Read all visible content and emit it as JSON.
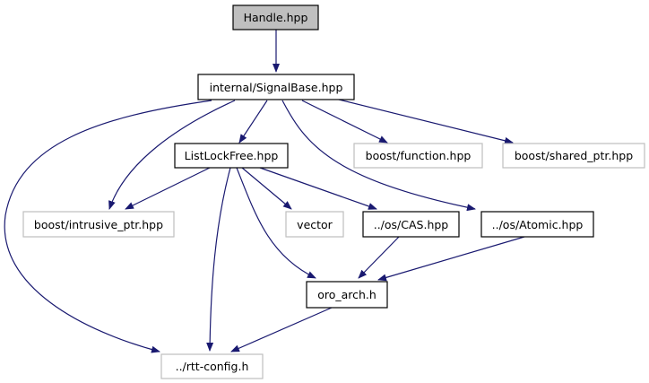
{
  "nodes": [
    {
      "id": "handle",
      "label": "Handle.hpp",
      "style": "root"
    },
    {
      "id": "signalbase",
      "label": "internal/SignalBase.hpp",
      "style": "local"
    },
    {
      "id": "listlockfree",
      "label": "ListLockFree.hpp",
      "style": "local"
    },
    {
      "id": "boost_function",
      "label": "boost/function.hpp",
      "style": "external"
    },
    {
      "id": "boost_shared_ptr",
      "label": "boost/shared_ptr.hpp",
      "style": "external"
    },
    {
      "id": "boost_intrusive_ptr",
      "label": "boost/intrusive_ptr.hpp",
      "style": "external"
    },
    {
      "id": "vector",
      "label": "vector",
      "style": "external"
    },
    {
      "id": "os_cas",
      "label": "../os/CAS.hpp",
      "style": "local"
    },
    {
      "id": "os_atomic",
      "label": "../os/Atomic.hpp",
      "style": "local"
    },
    {
      "id": "oro_arch",
      "label": "oro_arch.h",
      "style": "local"
    },
    {
      "id": "rtt_config",
      "label": "../rtt-config.h",
      "style": "external"
    }
  ],
  "edges": [
    {
      "from": "handle",
      "to": "signalbase"
    },
    {
      "from": "signalbase",
      "to": "rtt_config"
    },
    {
      "from": "signalbase",
      "to": "boost_intrusive_ptr"
    },
    {
      "from": "signalbase",
      "to": "listlockfree"
    },
    {
      "from": "signalbase",
      "to": "boost_function"
    },
    {
      "from": "signalbase",
      "to": "boost_shared_ptr"
    },
    {
      "from": "signalbase",
      "to": "os_atomic"
    },
    {
      "from": "listlockfree",
      "to": "boost_intrusive_ptr"
    },
    {
      "from": "listlockfree",
      "to": "vector"
    },
    {
      "from": "listlockfree",
      "to": "os_cas"
    },
    {
      "from": "listlockfree",
      "to": "oro_arch"
    },
    {
      "from": "listlockfree",
      "to": "rtt_config"
    },
    {
      "from": "os_cas",
      "to": "oro_arch"
    },
    {
      "from": "os_atomic",
      "to": "oro_arch"
    },
    {
      "from": "oro_arch",
      "to": "rtt_config"
    }
  ],
  "colors": {
    "edge": "#191970",
    "root_fill": "#bfbfbf",
    "local_border": "#000000",
    "external_border": "#bfbfbf",
    "text": "#000000"
  }
}
